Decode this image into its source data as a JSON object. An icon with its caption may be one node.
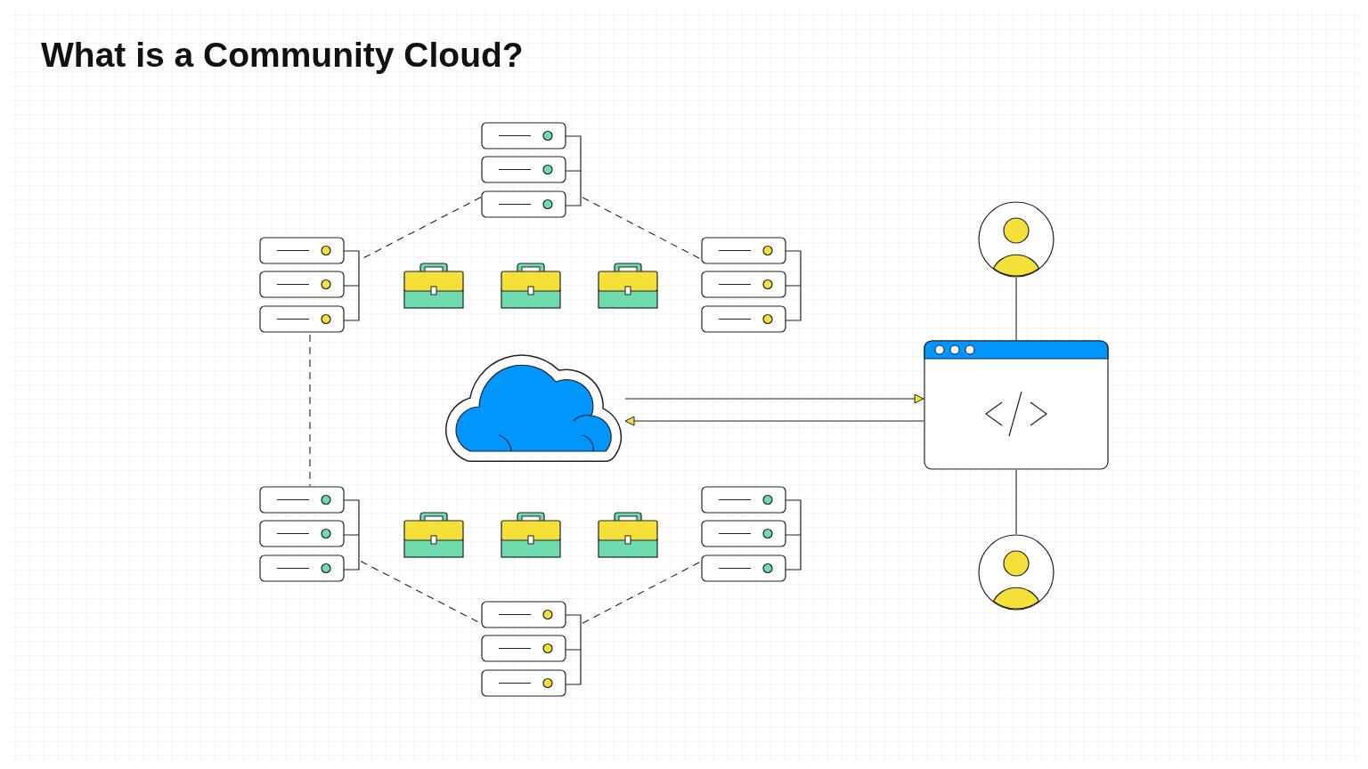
{
  "diagram": {
    "title": "What is a Community Cloud?",
    "nodes": [
      {
        "text": [],
        "shape": "picture"
      },
      {
        "text": [],
        "shape": "picture"
      },
      {
        "text": [],
        "shape": "picture"
      },
      {
        "text": [],
        "shape": "picture"
      },
      {
        "text": [],
        "shape": "picture"
      },
      {
        "text": [],
        "shape": "picture"
      },
      {
        "text": [],
        "shape": "person"
      },
      {
        "text": [],
        "shape": "cloud"
      },
      {
        "text": [],
        "shape": "picture"
      },
      {
        "text": [],
        "shape": "picture"
      },
      {
        "text": [],
        "shape": "picture"
      },
      {
        "text": [],
        "shape": "picture"
      },
      {
        "text": [],
        "shape": "picture"
      },
      {
        "text": [],
        "shape": "picture"
      },
      {
        "text": [],
        "shape": "person"
      },
      {
        "text": [],
        "shape": "picture"
      }
    ],
    "edges": [
      {
        "from": 0,
        "to": 1,
        "arrow": "none",
        "style": "dashed"
      },
      {
        "from": 0,
        "to": 2,
        "arrow": "none",
        "style": "dashed"
      },
      {
        "from": 1,
        "to": 9,
        "arrow": "none",
        "style": "dashed"
      },
      {
        "from": 9,
        "to": 15,
        "arrow": "none",
        "style": "dashed"
      },
      {
        "from": 15,
        "to": 10,
        "arrow": "none",
        "style": "dashed"
      },
      {
        "from": 7,
        "to": 8,
        "arrow": "to"
      },
      {
        "from": 8,
        "to": 7,
        "arrow": "to"
      },
      {
        "from": 6,
        "to": 8,
        "arrow": "none"
      },
      {
        "from": 8,
        "to": 14,
        "arrow": "none"
      }
    ]
  }
}
